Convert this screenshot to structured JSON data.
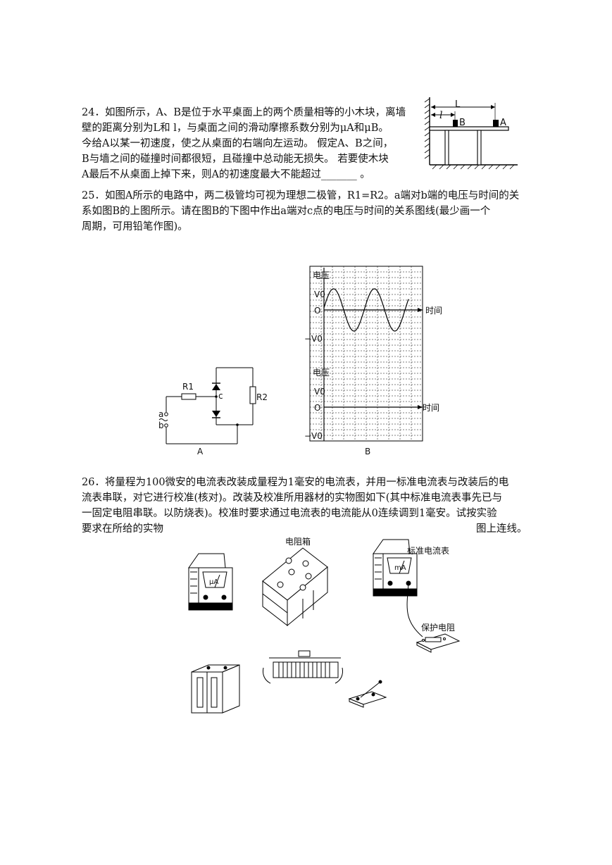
{
  "q24": {
    "lines": [
      "24．如图所示，A、B是位于水平桌面上的两个质量相等的小木块，离墙",
      "壁的距离分别为L和 l，与桌面之间的滑动摩擦系数分别为μA和μB。",
      "今给A以某一初速度，使之从桌面的右端向左运动。   假定A、B之间，",
      "B与墙之间的碰撞时间都很短，且碰撞中总动能无损失。   若要使木块",
      "A最后不从桌面上掉下来，则A的初速度最大不能超过_______ 。"
    ],
    "fig": {
      "L": "L",
      "l": "l",
      "B": "B",
      "A": "A"
    }
  },
  "q25": {
    "lines": [
      "25．如图A所示的电路中，两二极管均可视为理想二极管，R1=R2。a端对b端的电压与时间的关",
      "系如图B的上图所示。请在图B的下图中作出a端对c点的电压与时间的关系图线(最少画一个",
      "周期，可用铅笔作图)。"
    ],
    "figA": {
      "R1": "R1",
      "R2": "R2",
      "c": "c",
      "a": "a",
      "b": "b",
      "caption": "A"
    },
    "figB": {
      "ylabel": "电压",
      "xlabel": "时间",
      "V0": "V0",
      "O": "O",
      "negV0": "−V0",
      "caption": "B"
    }
  },
  "q26": {
    "lines": [
      "26．将量程为100微安的电流表改装成量程为1毫安的电流表，并用一标准电流表与改装后的电",
      "流表串联，对它进行校准(核对)。改装及校准所用器材的实物图如下(其中标准电流表事先已与",
      "一固定电阻串联。以防烧表)。校准时要求通过电流表的电流能从0连续调到1毫安。试按实验"
    ],
    "line4_left": "要求在所给的实物",
    "line4_right": "图上连线。",
    "labels": {
      "box": "电阻箱",
      "std": "标准电流表",
      "prot": "保护电阻",
      "uA": "μA",
      "mA": "mA"
    }
  }
}
